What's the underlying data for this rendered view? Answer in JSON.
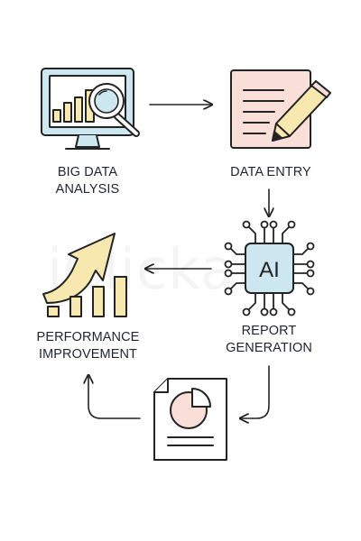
{
  "colors": {
    "stroke": "#232323",
    "blue": "#cde7f0",
    "pink": "#f9dfd8",
    "yellow": "#f7e8b0",
    "white": "#ffffff"
  },
  "watermark": "iClickart",
  "nodes": {
    "big_data": {
      "line1": "BIG DATA",
      "line2": "ANALYSIS",
      "icon": "monitor-magnifier-icon"
    },
    "data_entry": {
      "line1": "DATA ENTRY",
      "icon": "notepad-pencil-icon"
    },
    "ai": {
      "chip_text": "AI",
      "icon": "ai-chip-icon"
    },
    "report": {
      "line1": "REPORT",
      "line2": "GENERATION",
      "icon": "pie-report-document-icon"
    },
    "performance": {
      "line1": "PERFORMANCE",
      "line2": "IMPROVEMENT",
      "icon": "growth-bars-icon"
    }
  }
}
